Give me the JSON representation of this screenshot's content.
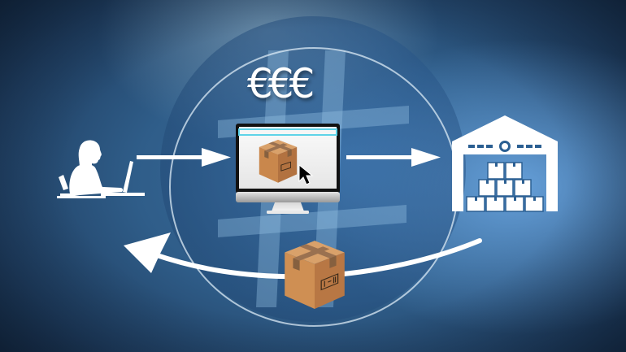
{
  "diagram": {
    "title_symbol": "€€€",
    "theme_colors": {
      "background_dark": "#152a43",
      "background_mid": "#2f5d89",
      "background_light": "#6eaae6",
      "circle": "#376eaa",
      "foreground": "#ffffff",
      "box_brown": "#c98a4f",
      "screen_bar": "#5fd3e8"
    },
    "nodes": [
      {
        "id": "customer",
        "icon": "person-at-laptop-icon"
      },
      {
        "id": "online-shop",
        "icon": "computer-monitor-with-package-and-cursor-icon"
      },
      {
        "id": "warehouse",
        "icon": "warehouse-with-stacked-boxes-icon"
      },
      {
        "id": "delivery-package",
        "icon": "cardboard-box-icon"
      }
    ],
    "edges": [
      {
        "from": "customer",
        "to": "online-shop",
        "type": "straight-arrow"
      },
      {
        "from": "online-shop",
        "to": "warehouse",
        "type": "straight-arrow"
      },
      {
        "from": "warehouse",
        "to": "customer",
        "type": "curved-arrow",
        "carries": "delivery-package"
      }
    ],
    "background_symbol": "hash-icon"
  }
}
